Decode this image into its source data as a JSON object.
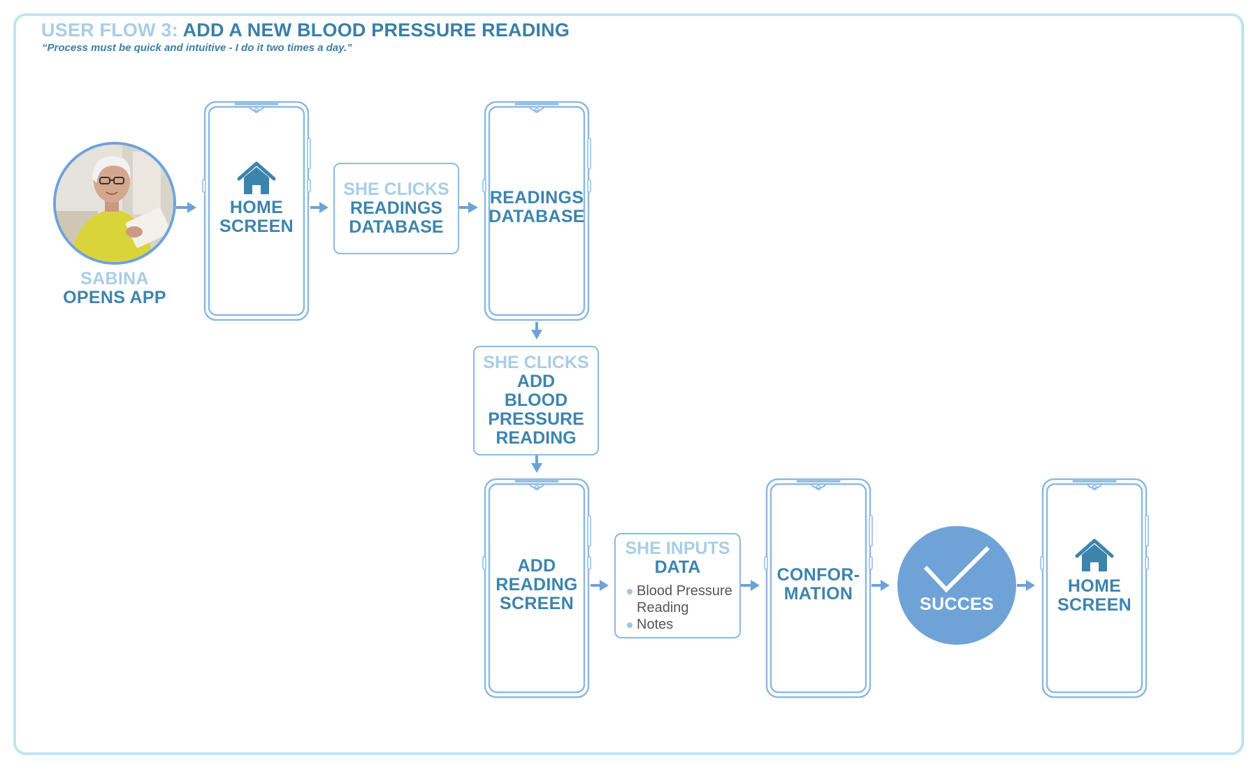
{
  "header": {
    "title_prefix": "USER FLOW 3:",
    "title_main": "ADD A NEW BLOOD PRESSURE READING",
    "quote": "“Process must be quick and intuitive - I do it two times a day.”"
  },
  "persona": {
    "name": "SABINA",
    "action": "OPENS APP"
  },
  "screens": {
    "home_1": [
      "HOME",
      "SCREEN"
    ],
    "readings_db": [
      "READINGS",
      "DATABASE"
    ],
    "add_reading": [
      "ADD",
      "READING",
      "SCREEN"
    ],
    "confirmation": [
      "CONFOR-",
      "MATION"
    ],
    "home_2": [
      "HOME",
      "SCREEN"
    ]
  },
  "steps": {
    "click_readings": {
      "prefix": "SHE CLICKS",
      "lines": [
        "READINGS",
        "DATABASE"
      ]
    },
    "click_add": {
      "prefix": "SHE CLICKS",
      "lines": [
        "ADD",
        "BLOOD",
        "PRESSURE",
        "READING"
      ]
    },
    "inputs": {
      "prefix": "SHE INPUTS",
      "lines": [
        "DATA"
      ],
      "bullets": [
        "Blood Pressure Reading",
        "Notes"
      ]
    }
  },
  "success": {
    "label": "SUCCES"
  },
  "colors": {
    "accent": "#6fa3d8",
    "dark_text": "#3d84ad",
    "light_text": "#a9cde6",
    "frame_border": "#bde6ee"
  },
  "icons": [
    "home-icon",
    "checkmark-icon",
    "persona-photo"
  ]
}
